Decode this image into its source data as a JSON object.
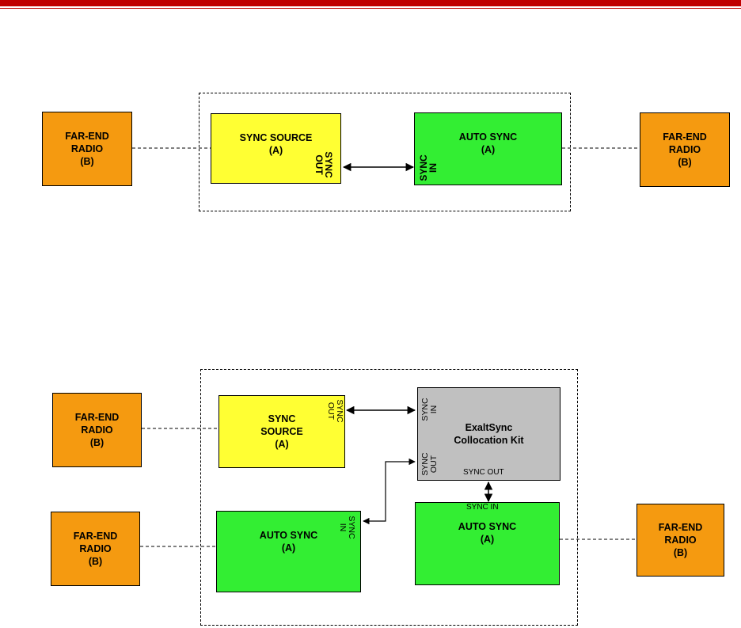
{
  "diagram1": {
    "far_end_left": [
      "FAR-END",
      "RADIO",
      "(B)"
    ],
    "sync_source": [
      "SYNC SOURCE",
      "(A)"
    ],
    "sync_source_port": "SYNC\nOUT",
    "auto_sync": [
      "AUTO SYNC",
      "(A)"
    ],
    "auto_sync_port": "SYNC\nIN",
    "far_end_right": [
      "FAR-END",
      "RADIO",
      "(B)"
    ]
  },
  "diagram2": {
    "far_end_top_left": [
      "FAR-END",
      "RADIO",
      "(B)"
    ],
    "sync_source": [
      "SYNC",
      "SOURCE",
      "(A)"
    ],
    "sync_source_port": "SYNC\nOUT",
    "collocation_kit": [
      "ExaltSync",
      "Collocation Kit"
    ],
    "kit_port_in": "SYNC\nIN",
    "kit_port_out": "SYNC\nOUT",
    "kit_port_bottom": "SYNC OUT",
    "far_end_bottom_left": [
      "FAR-END",
      "RADIO",
      "(B)"
    ],
    "auto_sync_left": [
      "AUTO SYNC",
      "(A)"
    ],
    "auto_sync_left_port": "SYNC\nIN",
    "auto_sync_right": [
      "AUTO SYNC",
      "(A)"
    ],
    "auto_sync_right_port": "SYNC IN",
    "far_end_right": [
      "FAR-END",
      "RADIO",
      "(B)"
    ]
  },
  "colors": {
    "orange": "#f59a10",
    "yellow": "#ffff33",
    "green": "#33ee33",
    "gray": "#c0c0c0",
    "header_red": "#c00000"
  }
}
